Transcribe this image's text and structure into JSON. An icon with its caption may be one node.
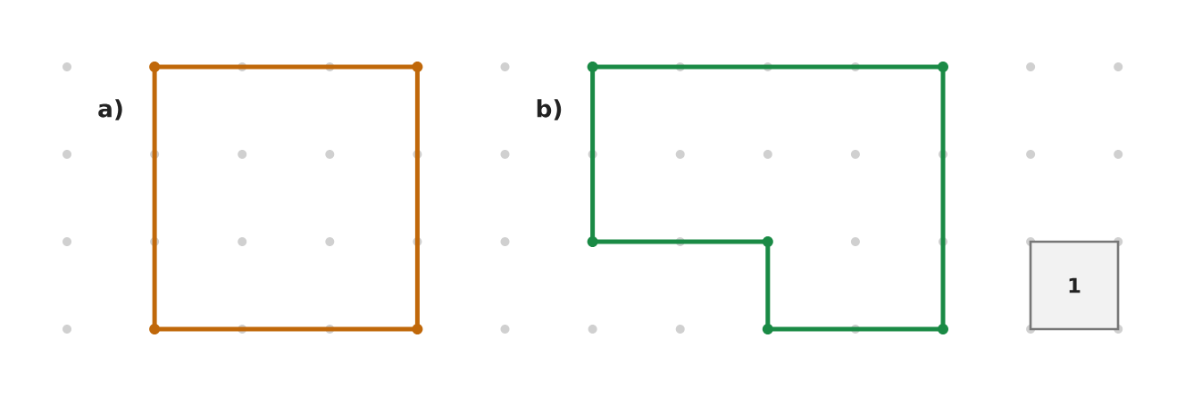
{
  "diagram": {
    "nodes": [
      {
        "text": [
          "1"
        ]
      }
    ],
    "labels": [
      "a)",
      "b)"
    ]
  }
}
